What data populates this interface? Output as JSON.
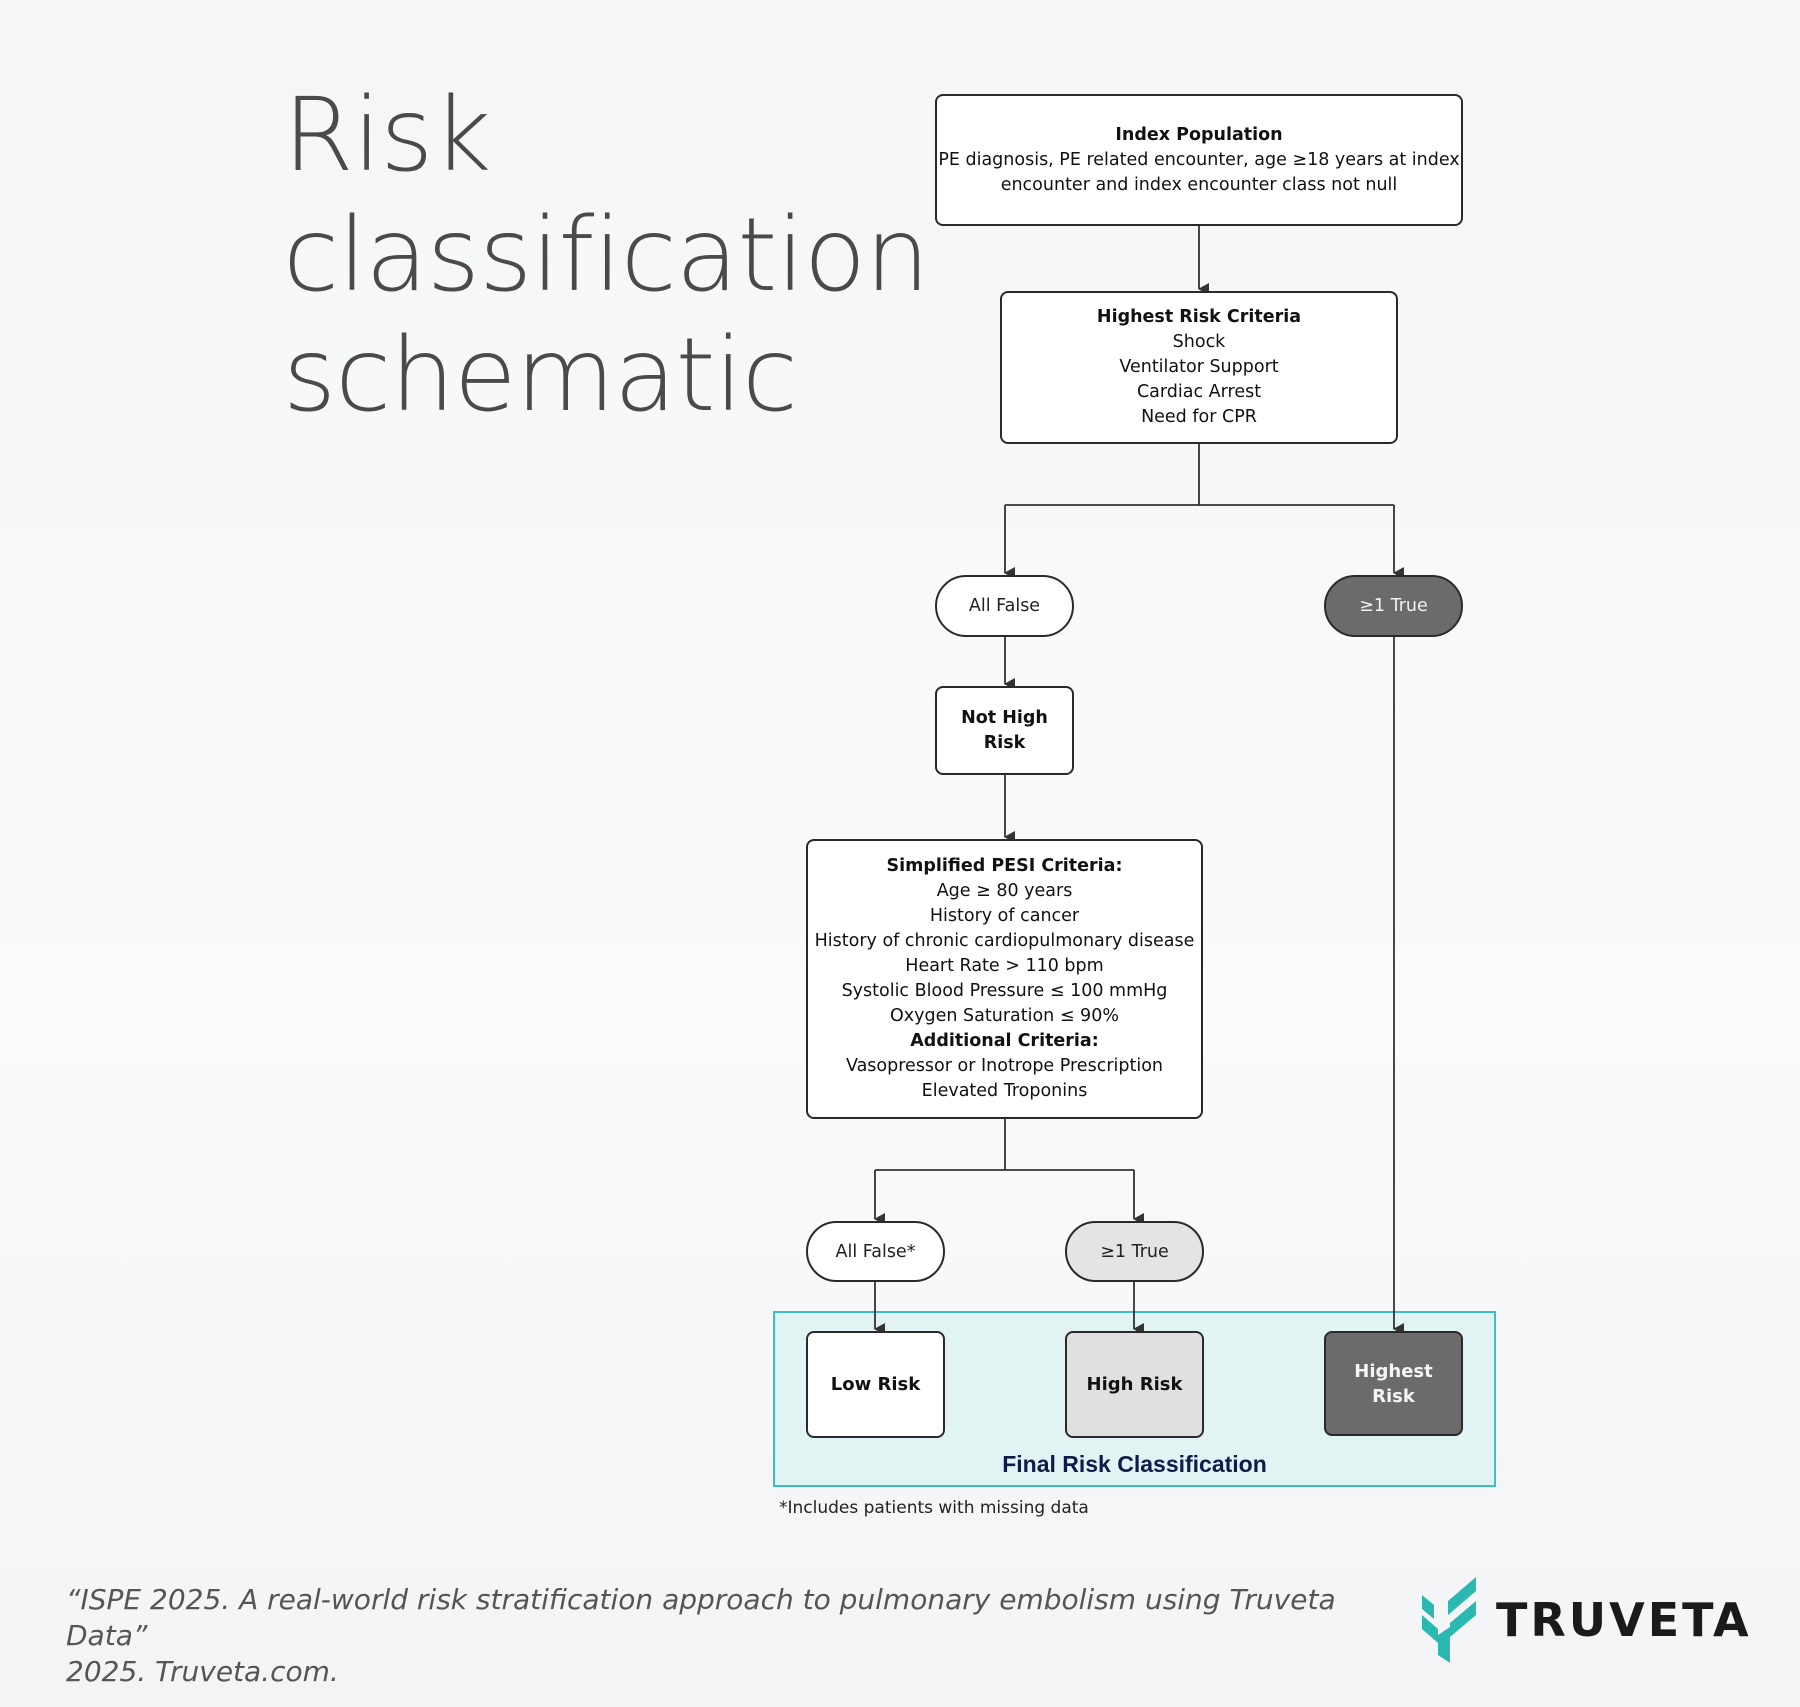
{
  "title": {
    "line1": "Risk",
    "line2": "classification",
    "line3": "schematic"
  },
  "index_population": {
    "heading": "Index Population",
    "line1": "PE diagnosis, PE related encounter, age ≥18 years at index",
    "line2": "encounter and index encounter class not null"
  },
  "highest_risk_criteria": {
    "heading": "Highest Risk Criteria",
    "items": [
      "Shock",
      "Ventilator Support",
      "Cardiac Arrest",
      "Need for CPR"
    ]
  },
  "branch_1": {
    "left_label": "All False",
    "right_label": "≥1 True"
  },
  "not_high_risk": {
    "line1": "Not High",
    "line2": "Risk"
  },
  "pesi": {
    "heading": "Simplified PESI Criteria:",
    "items": [
      "Age ≥ 80 years",
      "History of cancer",
      "History of chronic cardiopulmonary disease",
      "Heart Rate > 110 bpm",
      "Systolic Blood Pressure ≤ 100 mmHg",
      "Oxygen Saturation ≤ 90%"
    ],
    "additional_heading": "Additional Criteria:",
    "additional_items": [
      "Vasopressor or Inotrope Prescription",
      "Elevated Troponins"
    ]
  },
  "branch_2": {
    "left_label": "All False*",
    "right_label": "≥1 True"
  },
  "final": {
    "low": "Low Risk",
    "high": "High Risk",
    "highest_line1": "Highest",
    "highest_line2": "Risk",
    "label": "Final Risk Classification"
  },
  "footnote": "*Includes patients with missing data",
  "citation": {
    "line1": "“ISPE 2025. A real-world risk stratification approach to pulmonary embolism using Truveta Data”",
    "line2": "2025. Truveta.com."
  },
  "logo": {
    "wordmark": "TRUVETA"
  },
  "colors": {
    "final_frame_border": "#3cbfbf",
    "final_frame_fill": "#e1f3f2",
    "final_label": "#121a4a",
    "dark_node": "#6b6b6b",
    "light_node": "#e0e0e0",
    "logo_teal": "#2bb8b0"
  }
}
